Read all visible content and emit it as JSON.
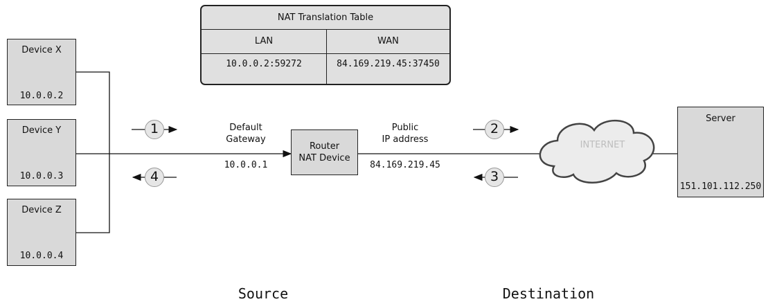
{
  "nat_table": {
    "title": "NAT Translation Table",
    "headers": [
      "LAN",
      "WAN"
    ],
    "rows": [
      [
        "10.0.0.2:59272",
        "84.169.219.45:37450"
      ]
    ]
  },
  "devices": [
    {
      "name": "Device X",
      "ip": "10.0.0.2"
    },
    {
      "name": "Device Y",
      "ip": "10.0.0.3"
    },
    {
      "name": "Device Z",
      "ip": "10.0.0.4"
    }
  ],
  "gateway": {
    "label_line1": "Default",
    "label_line2": "Gateway",
    "ip": "10.0.0.1"
  },
  "router": {
    "line1": "Router",
    "line2": "NAT Device"
  },
  "public_ip": {
    "label_line1": "Public",
    "label_line2": "IP address",
    "ip": "84.169.219.45"
  },
  "cloud": {
    "label": "INTERNET"
  },
  "server": {
    "name": "Server",
    "ip": "151.101.112.250"
  },
  "steps": [
    "1",
    "2",
    "3",
    "4"
  ],
  "footer": {
    "source": "Source",
    "destination": "Destination"
  }
}
